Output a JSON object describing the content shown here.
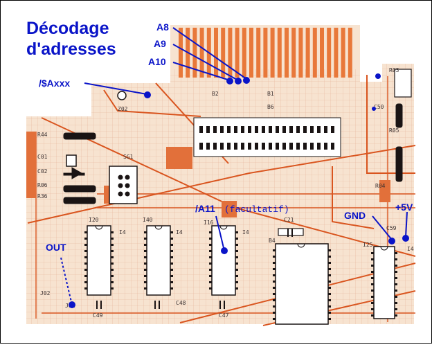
{
  "title": {
    "line1": "Décodage",
    "line2": "d'adresses"
  },
  "annotations": {
    "a8": "A8",
    "a9": "A9",
    "a10": "A10",
    "axxx": "/$Axxx",
    "a11_label": "/A11",
    "a11_note": "(facultatif)",
    "gnd": "GND",
    "plus5v": "+5V",
    "out": "OUT"
  },
  "board_labels": {
    "b2": "B2",
    "b1": "B1",
    "b6": "B6",
    "z02": "Z02",
    "c50": "C50",
    "r03": "R03",
    "r05": "R05",
    "r04": "R04",
    "r44": "R44",
    "c01": "C01",
    "c02": "C02",
    "r06": "R06",
    "r36": "R36",
    "s01": "SG1",
    "i20": "I20",
    "i40": "I40",
    "i16": "I16",
    "c21": "C21",
    "b4": "B4",
    "i25": "I25",
    "c59": "C59",
    "j02": "J02",
    "j01": "J01",
    "c49": "C49",
    "c48": "C48",
    "c47": "C47",
    "i4a": "I4",
    "i4b": "I4",
    "i4c": "I4",
    "i4d": "I4"
  },
  "colors": {
    "annotation": "#0a14c8",
    "board": "#f7e3d0",
    "trace": "#d9551f",
    "pad": "#e8783a",
    "chip": "#1a1414"
  }
}
